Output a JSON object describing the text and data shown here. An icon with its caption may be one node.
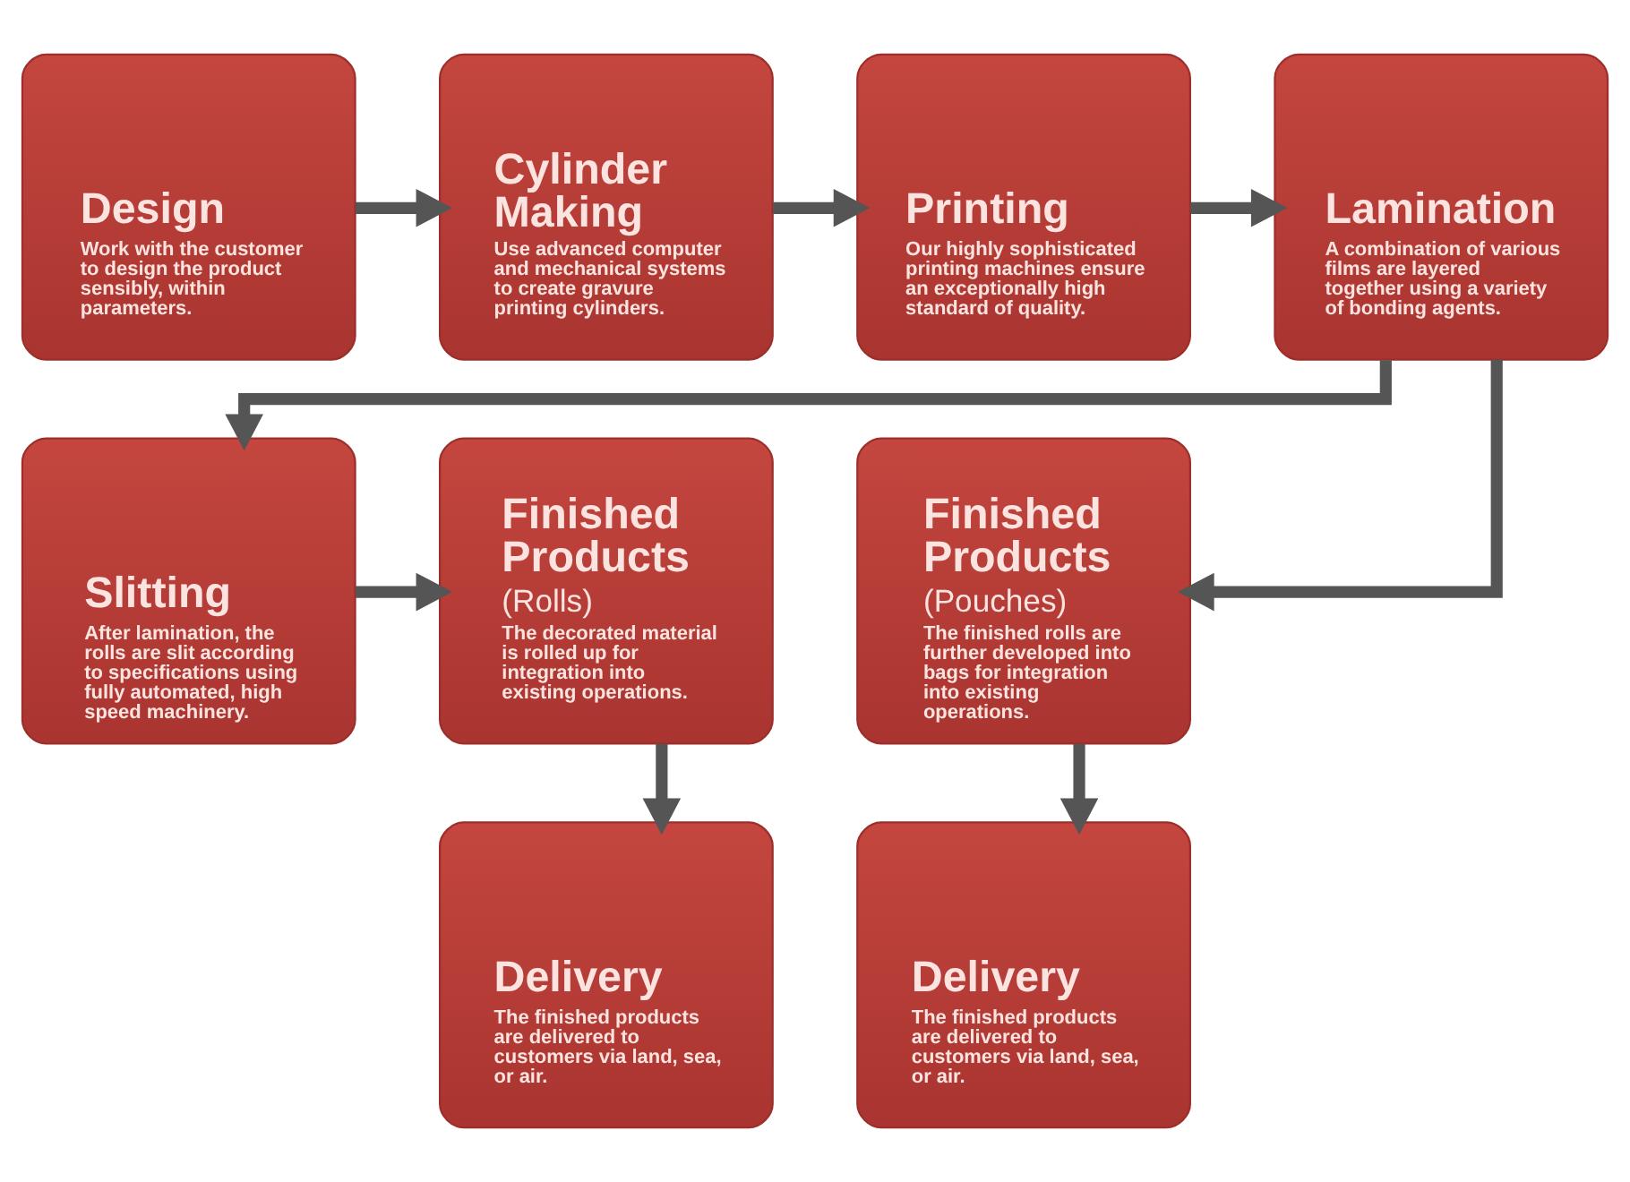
{
  "diagram": {
    "nodes": [
      {
        "text": [
          "Design",
          "Work with the customer to design the product sensibly, within parameters."
        ]
      },
      {
        "text": [
          "Cylinder Making",
          "Use advanced computer and mechanical systems to create gravure printing cylinders."
        ]
      },
      {
        "text": [
          "Printing",
          "Our highly sophisticated printing machines ensure an exceptionally high standard of quality."
        ]
      },
      {
        "text": [
          "Lamination",
          "A combination of various films are layered together using a variety of bonding agents."
        ]
      },
      {
        "text": [
          "Slitting",
          "After lamination, the rolls are slit according to specifications using fully automated, high speed machinery."
        ]
      },
      {
        "text": [
          "Finished Products",
          "(Rolls)",
          "The decorated material is rolled up for integration into existing operations."
        ]
      },
      {
        "text": [
          "Finished Products",
          "(Pouches)",
          "The finished rolls are further developed into bags for integration into existing operations."
        ]
      },
      {
        "text": [
          "Delivery",
          "The finished products are delivered to customers via land, sea, or air."
        ]
      },
      {
        "text": [
          "Delivery",
          "The finished products are delivered to customers via land, sea, or air."
        ]
      }
    ],
    "edges": [
      {
        "from": 0,
        "to": 1,
        "arrow": "to"
      },
      {
        "from": 1,
        "to": 2,
        "arrow": "to"
      },
      {
        "from": 2,
        "to": 3,
        "arrow": "to"
      },
      {
        "from": 3,
        "to": 4,
        "arrow": "to"
      },
      {
        "from": 3,
        "to": 6,
        "arrow": "to"
      },
      {
        "from": 4,
        "to": 5,
        "arrow": "to"
      },
      {
        "from": 5,
        "to": 7,
        "arrow": "to"
      },
      {
        "from": 6,
        "to": 8,
        "arrow": "to"
      }
    ]
  }
}
